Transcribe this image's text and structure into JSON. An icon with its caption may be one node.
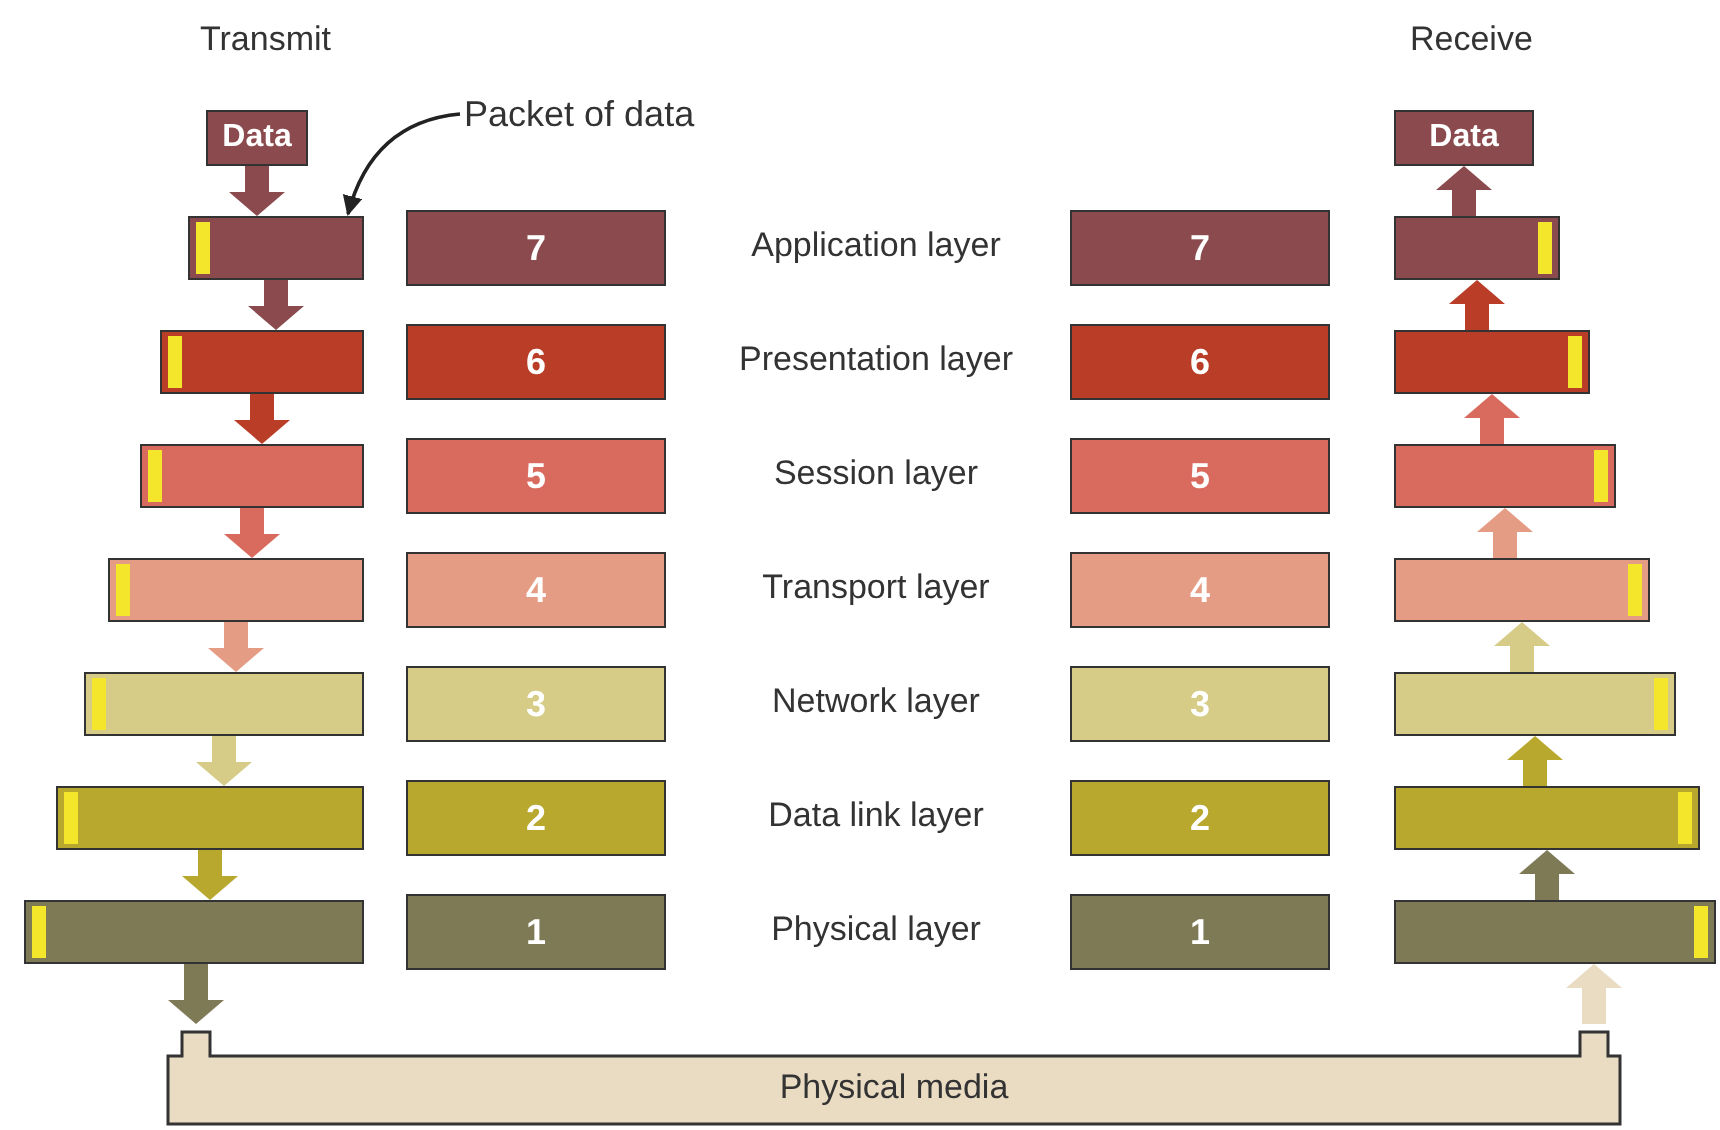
{
  "diagram": {
    "nodes": [
      {
        "text": [
          "Packet of data"
        ]
      },
      {
        "text": [
          "Data"
        ]
      },
      {
        "text": [
          "Data"
        ]
      },
      {
        "text": [],
        "shape": "bar"
      },
      {
        "text": [
          "7"
        ]
      },
      {
        "text": [
          "7"
        ]
      },
      {
        "text": [],
        "shape": "bar"
      },
      {
        "text": [],
        "shape": "bar"
      },
      {
        "text": [
          "6"
        ]
      },
      {
        "text": [
          "6"
        ]
      },
      {
        "text": [],
        "shape": "bar"
      },
      {
        "text": [],
        "shape": "bar"
      },
      {
        "text": [
          "5"
        ]
      },
      {
        "text": [
          "5"
        ]
      },
      {
        "text": [],
        "shape": "bar"
      },
      {
        "text": [],
        "shape": "bar"
      },
      {
        "text": [
          "4"
        ]
      },
      {
        "text": [
          "4"
        ]
      },
      {
        "text": [],
        "shape": "bar"
      },
      {
        "text": [],
        "shape": "bar"
      },
      {
        "text": [
          "3"
        ]
      },
      {
        "text": [
          "3"
        ]
      },
      {
        "text": [],
        "shape": "bar"
      },
      {
        "text": [],
        "shape": "bar"
      },
      {
        "text": [
          "2"
        ]
      },
      {
        "text": [
          "2"
        ]
      },
      {
        "text": [],
        "shape": "bar"
      },
      {
        "text": [],
        "shape": "bar"
      },
      {
        "text": [
          "1"
        ]
      },
      {
        "text": [
          "1"
        ]
      },
      {
        "text": [],
        "shape": "bar"
      },
      {
        "text": [
          "Physical media"
        ]
      }
    ],
    "edges": [
      {
        "from": 0,
        "to": 3,
        "arrow": "to",
        "color": "#222222"
      },
      {
        "from": 1,
        "to": 3,
        "arrow": "to",
        "color": "#8b4b4e"
      },
      {
        "from": 3,
        "to": 7,
        "arrow": "to",
        "color": "#8b4b4e"
      },
      {
        "from": 7,
        "to": 11,
        "arrow": "to",
        "color": "#b93d27"
      },
      {
        "from": 11,
        "to": 15,
        "arrow": "to",
        "color": "#d96a5e"
      },
      {
        "from": 15,
        "to": 19,
        "arrow": "to",
        "color": "#e59c84"
      },
      {
        "from": 19,
        "to": 23,
        "arrow": "to",
        "color": "#d6cc88"
      },
      {
        "from": 23,
        "to": 27,
        "arrow": "to",
        "color": "#b8a82e"
      },
      {
        "from": 27,
        "to": 31,
        "arrow": "to",
        "color": "#7f7a56"
      },
      {
        "from": 31,
        "to": 30,
        "arrow": "to",
        "color": "#e9dcc3"
      },
      {
        "from": 30,
        "to": 26,
        "arrow": "to",
        "color": "#7f7a56"
      },
      {
        "from": 26,
        "to": 22,
        "arrow": "to",
        "color": "#b8a82e"
      },
      {
        "from": 22,
        "to": 18,
        "arrow": "to",
        "color": "#d6cc88"
      },
      {
        "from": 18,
        "to": 14,
        "arrow": "to",
        "color": "#e59c84"
      },
      {
        "from": 14,
        "to": 10,
        "arrow": "to",
        "color": "#d96a5e"
      },
      {
        "from": 10,
        "to": 6,
        "arrow": "to",
        "color": "#b93d27"
      },
      {
        "from": 6,
        "to": 2,
        "arrow": "to",
        "color": "#8b4b4e"
      }
    ],
    "labels": [
      "Transmit",
      "Receive",
      "Application layer",
      "Presentation layer",
      "Session layer",
      "Transport layer",
      "Network layer",
      "Data link layer",
      "Physical layer"
    ]
  }
}
